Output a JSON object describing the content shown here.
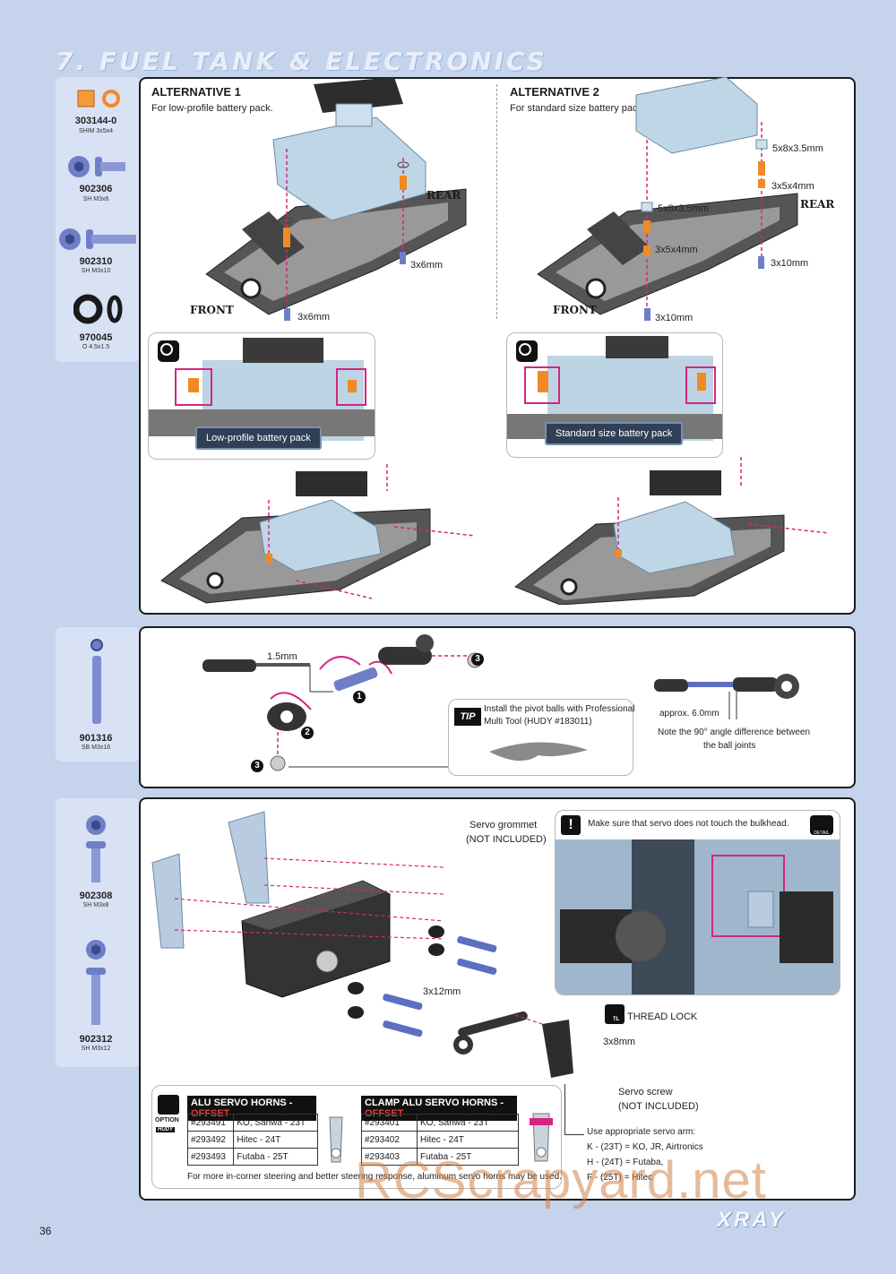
{
  "page": {
    "section_title": "7. FUEL TANK & ELECTRONICS",
    "page_number": "36",
    "brand": "XRAY",
    "watermark": "RCScrapyard.net"
  },
  "parts": {
    "p303144": {
      "code": "303144-0",
      "desc": "SHIM 3x5x4"
    },
    "p902306": {
      "code": "902306",
      "desc": "SH M3x6"
    },
    "p902310": {
      "code": "902310",
      "desc": "SH M3x10"
    },
    "p970045": {
      "code": "970045",
      "desc": "O 4.5x1.5"
    },
    "p901316": {
      "code": "901316",
      "desc": "SB M3x16"
    },
    "p902308": {
      "code": "902308",
      "desc": "SH M3x8"
    },
    "p902312": {
      "code": "902312",
      "desc": "SH M3x12"
    }
  },
  "alt1": {
    "title": "ALTERNATIVE 1",
    "subtitle": "For low-profile battery pack.",
    "rear": "REAR",
    "front": "FRONT",
    "screw_rear": "3x6mm",
    "screw_front": "3x6mm",
    "detail_caption": "Low-profile battery pack"
  },
  "alt2": {
    "title": "ALTERNATIVE 2",
    "subtitle": "For standard size battery pack.",
    "rear": "REAR",
    "front": "FRONT",
    "shim_a": "5x8x3.5mm",
    "spacer_a": "3x5x4mm",
    "shim_b": "5x8x3.5mm",
    "spacer_b": "3x5x4mm",
    "screw_rear": "3x10mm",
    "screw_front": "3x10mm",
    "detail_caption": "Standard size battery pack"
  },
  "linkage": {
    "hex": "1.5mm",
    "step1": "1",
    "step2": "2",
    "step3a": "3",
    "step3b": "3",
    "tip_label": "TIP",
    "tip_text_1": "Install the pivot balls with Professional",
    "tip_text_2": "Multi Tool (HUDY #183011)",
    "approx": "approx. 6.0mm",
    "note_1": "Note the 90° angle difference between",
    "note_2": "the ball joints"
  },
  "servo": {
    "grommet_1": "Servo grommet",
    "grommet_2": "(NOT INCLUDED)",
    "screw_main": "3x12mm",
    "warning": "Make sure that servo does not touch the bulkhead.",
    "threadlock": "THREAD LOCK",
    "tl_badge": "TL",
    "screw_horn": "3x8mm",
    "servo_screw_1": "Servo screw",
    "servo_screw_2": "(NOT INCLUDED)",
    "arm_note_1": "Use appropriate servo arm:",
    "arm_note_2": "K - (23T) = KO, JR, Airtronics",
    "arm_note_3": "H - (24T) = Futaba,",
    "arm_note_4": "F - (25T) = Hitec",
    "detail_label": "DETAIL"
  },
  "option": {
    "badge": "OPTION",
    "hudy": "HUDY",
    "alu_title": "ALU SERVO HORNS - ",
    "alu_offset": "OFFSET",
    "alu_rows": [
      {
        "part": "#293491",
        "desc": "KO, Sanwa - 23T"
      },
      {
        "part": "#293492",
        "desc": "Hitec - 24T"
      },
      {
        "part": "#293493",
        "desc": "Futaba - 25T"
      }
    ],
    "clamp_title": "CLAMP ALU SERVO HORNS - ",
    "clamp_offset": "OFFSET",
    "clamp_rows": [
      {
        "part": "#293401",
        "desc": "KO, Sanwa - 23T"
      },
      {
        "part": "#293402",
        "desc": "Hitec - 24T"
      },
      {
        "part": "#293403",
        "desc": "Futaba - 25T"
      }
    ],
    "footer": "For more in-corner steering and better steering response, aluminum servo horns may be used."
  },
  "colors": {
    "accent": "#d6257f",
    "orange": "#f08a24",
    "screw": "#5c6fc0",
    "background": "#c6d3ec"
  }
}
